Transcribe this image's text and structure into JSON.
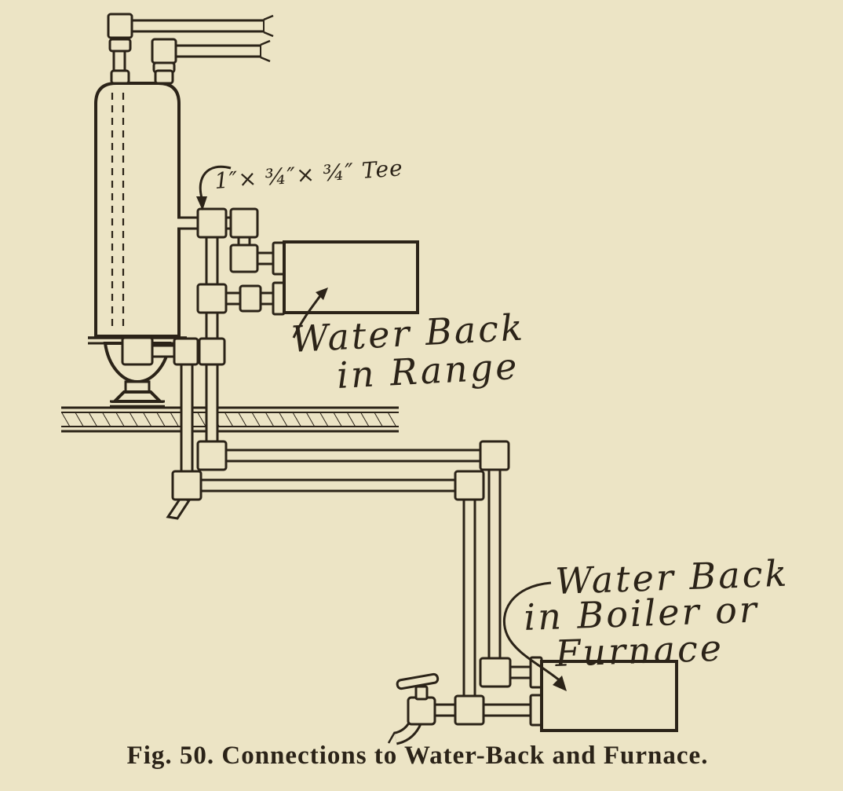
{
  "figure": {
    "caption": "Fig. 50. Connections to Water-Back and Furnace."
  },
  "annotations": {
    "tee_size": "1″× ¾″× ¾″ Tee",
    "range_label_line1": "Water Back",
    "range_label_line2": "in Range",
    "furnace_label_line1": "Water Back",
    "furnace_label_line2": "in Boiler or",
    "furnace_label_line3": "Furnace"
  },
  "colors": {
    "paper": "#ece4c5",
    "ink": "#2b2318"
  }
}
